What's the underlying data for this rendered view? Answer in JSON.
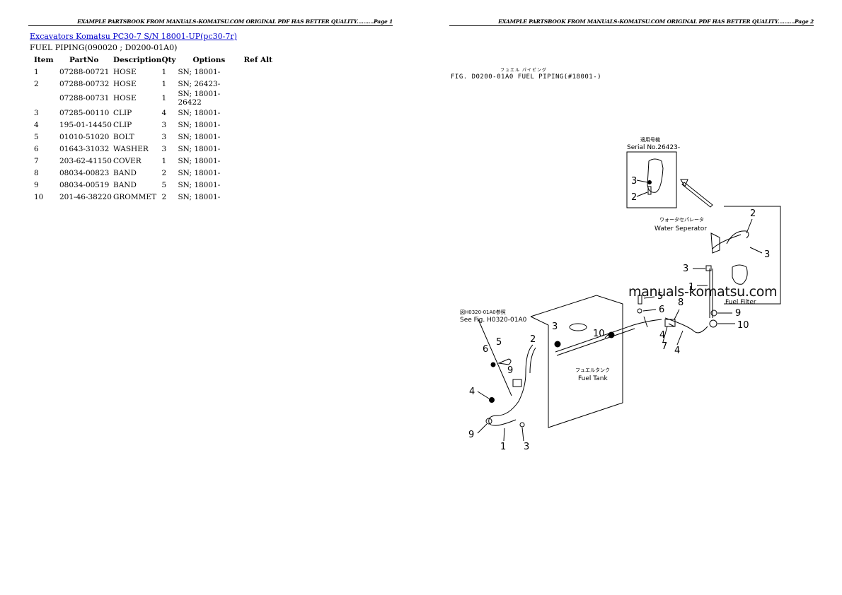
{
  "left_page": {
    "header": "EXAMPLE PARTSBOOK FROM MANUALS-KOMATSU.COM ORIGINAL PDF HAS BETTER QUALITY..........Page 1",
    "title_link": "Excavators Komatsu PC30-7 S/N 18001-UP(pc30-7r)",
    "subtitle": "FUEL PIPING(090020 ; D0200-01A0)",
    "table": {
      "columns": [
        "Item",
        "PartNo",
        "Description",
        "Qty",
        "Options",
        "Ref Alt"
      ],
      "rows": [
        {
          "item": "1",
          "partno": "07288-00721",
          "description": "HOSE",
          "qty": "1",
          "options": "SN; 18001-",
          "ref_alt": ""
        },
        {
          "item": "2",
          "partno": "07288-00732",
          "description": "HOSE",
          "qty": "1",
          "options": "SN; 26423-",
          "ref_alt": ""
        },
        {
          "item": "",
          "partno": "07288-00731",
          "description": "HOSE",
          "qty": "1",
          "options": "SN; 18001-26422",
          "ref_alt": ""
        },
        {
          "item": "3",
          "partno": "07285-00110",
          "description": "CLIP",
          "qty": "4",
          "options": "SN; 18001-",
          "ref_alt": ""
        },
        {
          "item": "4",
          "partno": "195-01-14450",
          "description": "CLIP",
          "qty": "3",
          "options": "SN; 18001-",
          "ref_alt": ""
        },
        {
          "item": "5",
          "partno": "01010-51020",
          "description": "BOLT",
          "qty": "3",
          "options": "SN; 18001-",
          "ref_alt": ""
        },
        {
          "item": "6",
          "partno": "01643-31032",
          "description": "WASHER",
          "qty": "3",
          "options": "SN; 18001-",
          "ref_alt": ""
        },
        {
          "item": "7",
          "partno": "203-62-41150",
          "description": "COVER",
          "qty": "1",
          "options": "SN; 18001-",
          "ref_alt": ""
        },
        {
          "item": "8",
          "partno": "08034-00823",
          "description": "BAND",
          "qty": "2",
          "options": "SN; 18001-",
          "ref_alt": ""
        },
        {
          "item": "9",
          "partno": "08034-00519",
          "description": "BAND",
          "qty": "5",
          "options": "SN; 18001-",
          "ref_alt": ""
        },
        {
          "item": "10",
          "partno": "201-46-38220",
          "description": "GROMMET",
          "qty": "2",
          "options": "SN; 18001-",
          "ref_alt": ""
        }
      ]
    }
  },
  "right_page": {
    "header": "EXAMPLE PARTSBOOK FROM MANUALS-KOMATSU.COM ORIGINAL PDF HAS BETTER QUALITY..........Page 2",
    "figure": {
      "caption_jp": "フュエル パイピング",
      "caption": "FIG. D0200-01A0    FUEL PIPING(#18001-)",
      "inset_jp": "適用号機",
      "inset_serial": "Serial No.26423-",
      "water_separator_jp": "ウォータセパレータ",
      "water_separator": "Water Seperator",
      "fuel_filter": "Fuel Filter",
      "fuel_tank_jp": "フュエルタンク",
      "fuel_tank": "Fuel Tank",
      "see_fig_jp": "図H0320-01A0参照",
      "see_fig": "See Fig. H0320-01A0",
      "watermark": "manuals-komatsu.com",
      "callouts": [
        "1",
        "2",
        "3",
        "4",
        "5",
        "6",
        "7",
        "8",
        "9",
        "10"
      ]
    }
  }
}
